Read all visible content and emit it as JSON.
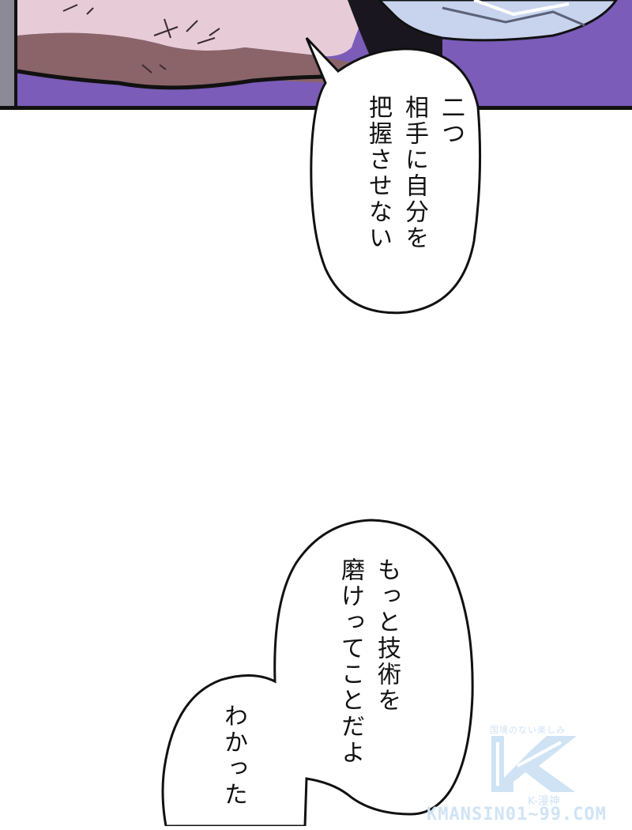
{
  "panel_top": {
    "description": "Close-up of a character's arm and white hair against a purple background",
    "colors": {
      "background": "#7b5cb8",
      "skin_light": "#e7ccd8",
      "skin_shadow": "#8a6468",
      "hair": "#c8d4ee",
      "outline": "#111111"
    }
  },
  "bubbles": [
    {
      "id": "bubble-1",
      "columns": [
        "二つ",
        "相手に自分を",
        "把握させない"
      ],
      "full_text": "二つ 相手に自分を 把握させない"
    },
    {
      "id": "bubble-2",
      "columns": [
        "もっと技術を",
        "磨けってことだよ"
      ],
      "full_text": "もっと技術を 磨けってことだよ"
    },
    {
      "id": "bubble-3",
      "columns": [
        "わかった"
      ],
      "full_text": "わかった"
    }
  ],
  "watermark": {
    "tagline": "国境のない楽しみ",
    "logo_letter": "K",
    "brand": "K-漫神",
    "url": "KMANSIN01~99.COM",
    "color": "#cfe3f5"
  }
}
